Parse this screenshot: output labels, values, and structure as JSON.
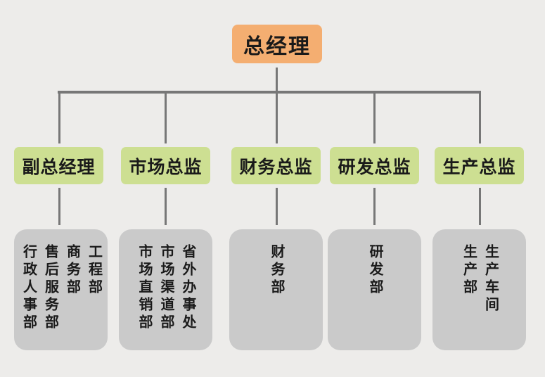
{
  "org_chart": {
    "root": {
      "label": "总经理"
    },
    "branches": [
      {
        "label": "副总经理",
        "departments": [
          "工程部",
          "商务部",
          "售后服务部",
          "行政人事部"
        ]
      },
      {
        "label": "市场总监",
        "departments": [
          "省外办事处",
          "市场渠道部",
          "市场直销部"
        ]
      },
      {
        "label": "财务总监",
        "departments": [
          "财务部"
        ]
      },
      {
        "label": "研发总监",
        "departments": [
          "研发部"
        ]
      },
      {
        "label": "生产总监",
        "departments": [
          "生产车间",
          "生产部"
        ]
      }
    ],
    "colors": {
      "root_bg": "#F4AE71",
      "branch_bg": "#CDDF92",
      "department_bg": "#CACACA",
      "connector": "#777777",
      "text": "#1A1A1A",
      "background": "#EDECEA"
    }
  }
}
